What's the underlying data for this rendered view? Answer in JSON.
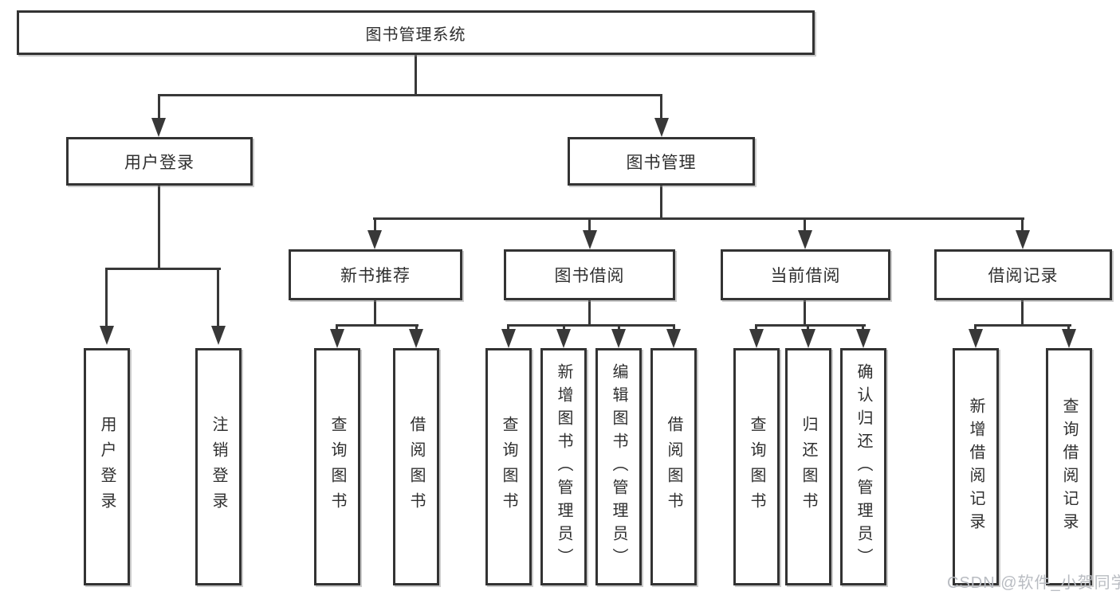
{
  "colors": {
    "background": "#ffffff",
    "line": "#383838",
    "box_border": "#333333",
    "text": "#2f2f2f",
    "watermark_text": "#b9bcc2"
  },
  "diagram": {
    "root": {
      "label": "图书管理系统"
    },
    "user_branch": {
      "label": "用户登录",
      "leaves": [
        "用户登录",
        "注销登录"
      ]
    },
    "mgmt_branch": {
      "label": "图书管理",
      "groups": [
        {
          "label": "新书推荐",
          "leaves": [
            "查询图书",
            "借阅图书"
          ]
        },
        {
          "label": "图书借阅",
          "leaves": [
            "查询图书",
            "新增图书（管理员）",
            "编辑图书（管理员）",
            "借阅图书"
          ]
        },
        {
          "label": "当前借阅",
          "leaves": [
            "查询图书",
            "归还图书",
            "确认归还（管理员）"
          ]
        },
        {
          "label": "借阅记录",
          "leaves": [
            "新增借阅记录",
            "查询借阅记录"
          ]
        }
      ]
    },
    "watermark": "CSDN @软件_小贺同学"
  }
}
